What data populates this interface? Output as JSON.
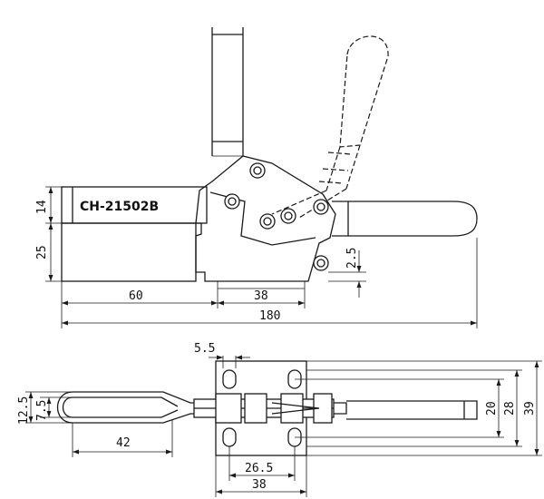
{
  "model_label": "CH-21502B",
  "side_view": {
    "dims": {
      "d14": "14",
      "d25": "25",
      "d60": "60",
      "d38": "38",
      "d180": "180",
      "d2_5": "2.5"
    }
  },
  "top_view": {
    "dims": {
      "d5_5": "5.5",
      "d12_5": "12.5",
      "d7_5": "7.5",
      "d42": "42",
      "d26_5": "26.5",
      "d38": "38",
      "d20": "20",
      "d28": "28",
      "d39": "39"
    }
  }
}
